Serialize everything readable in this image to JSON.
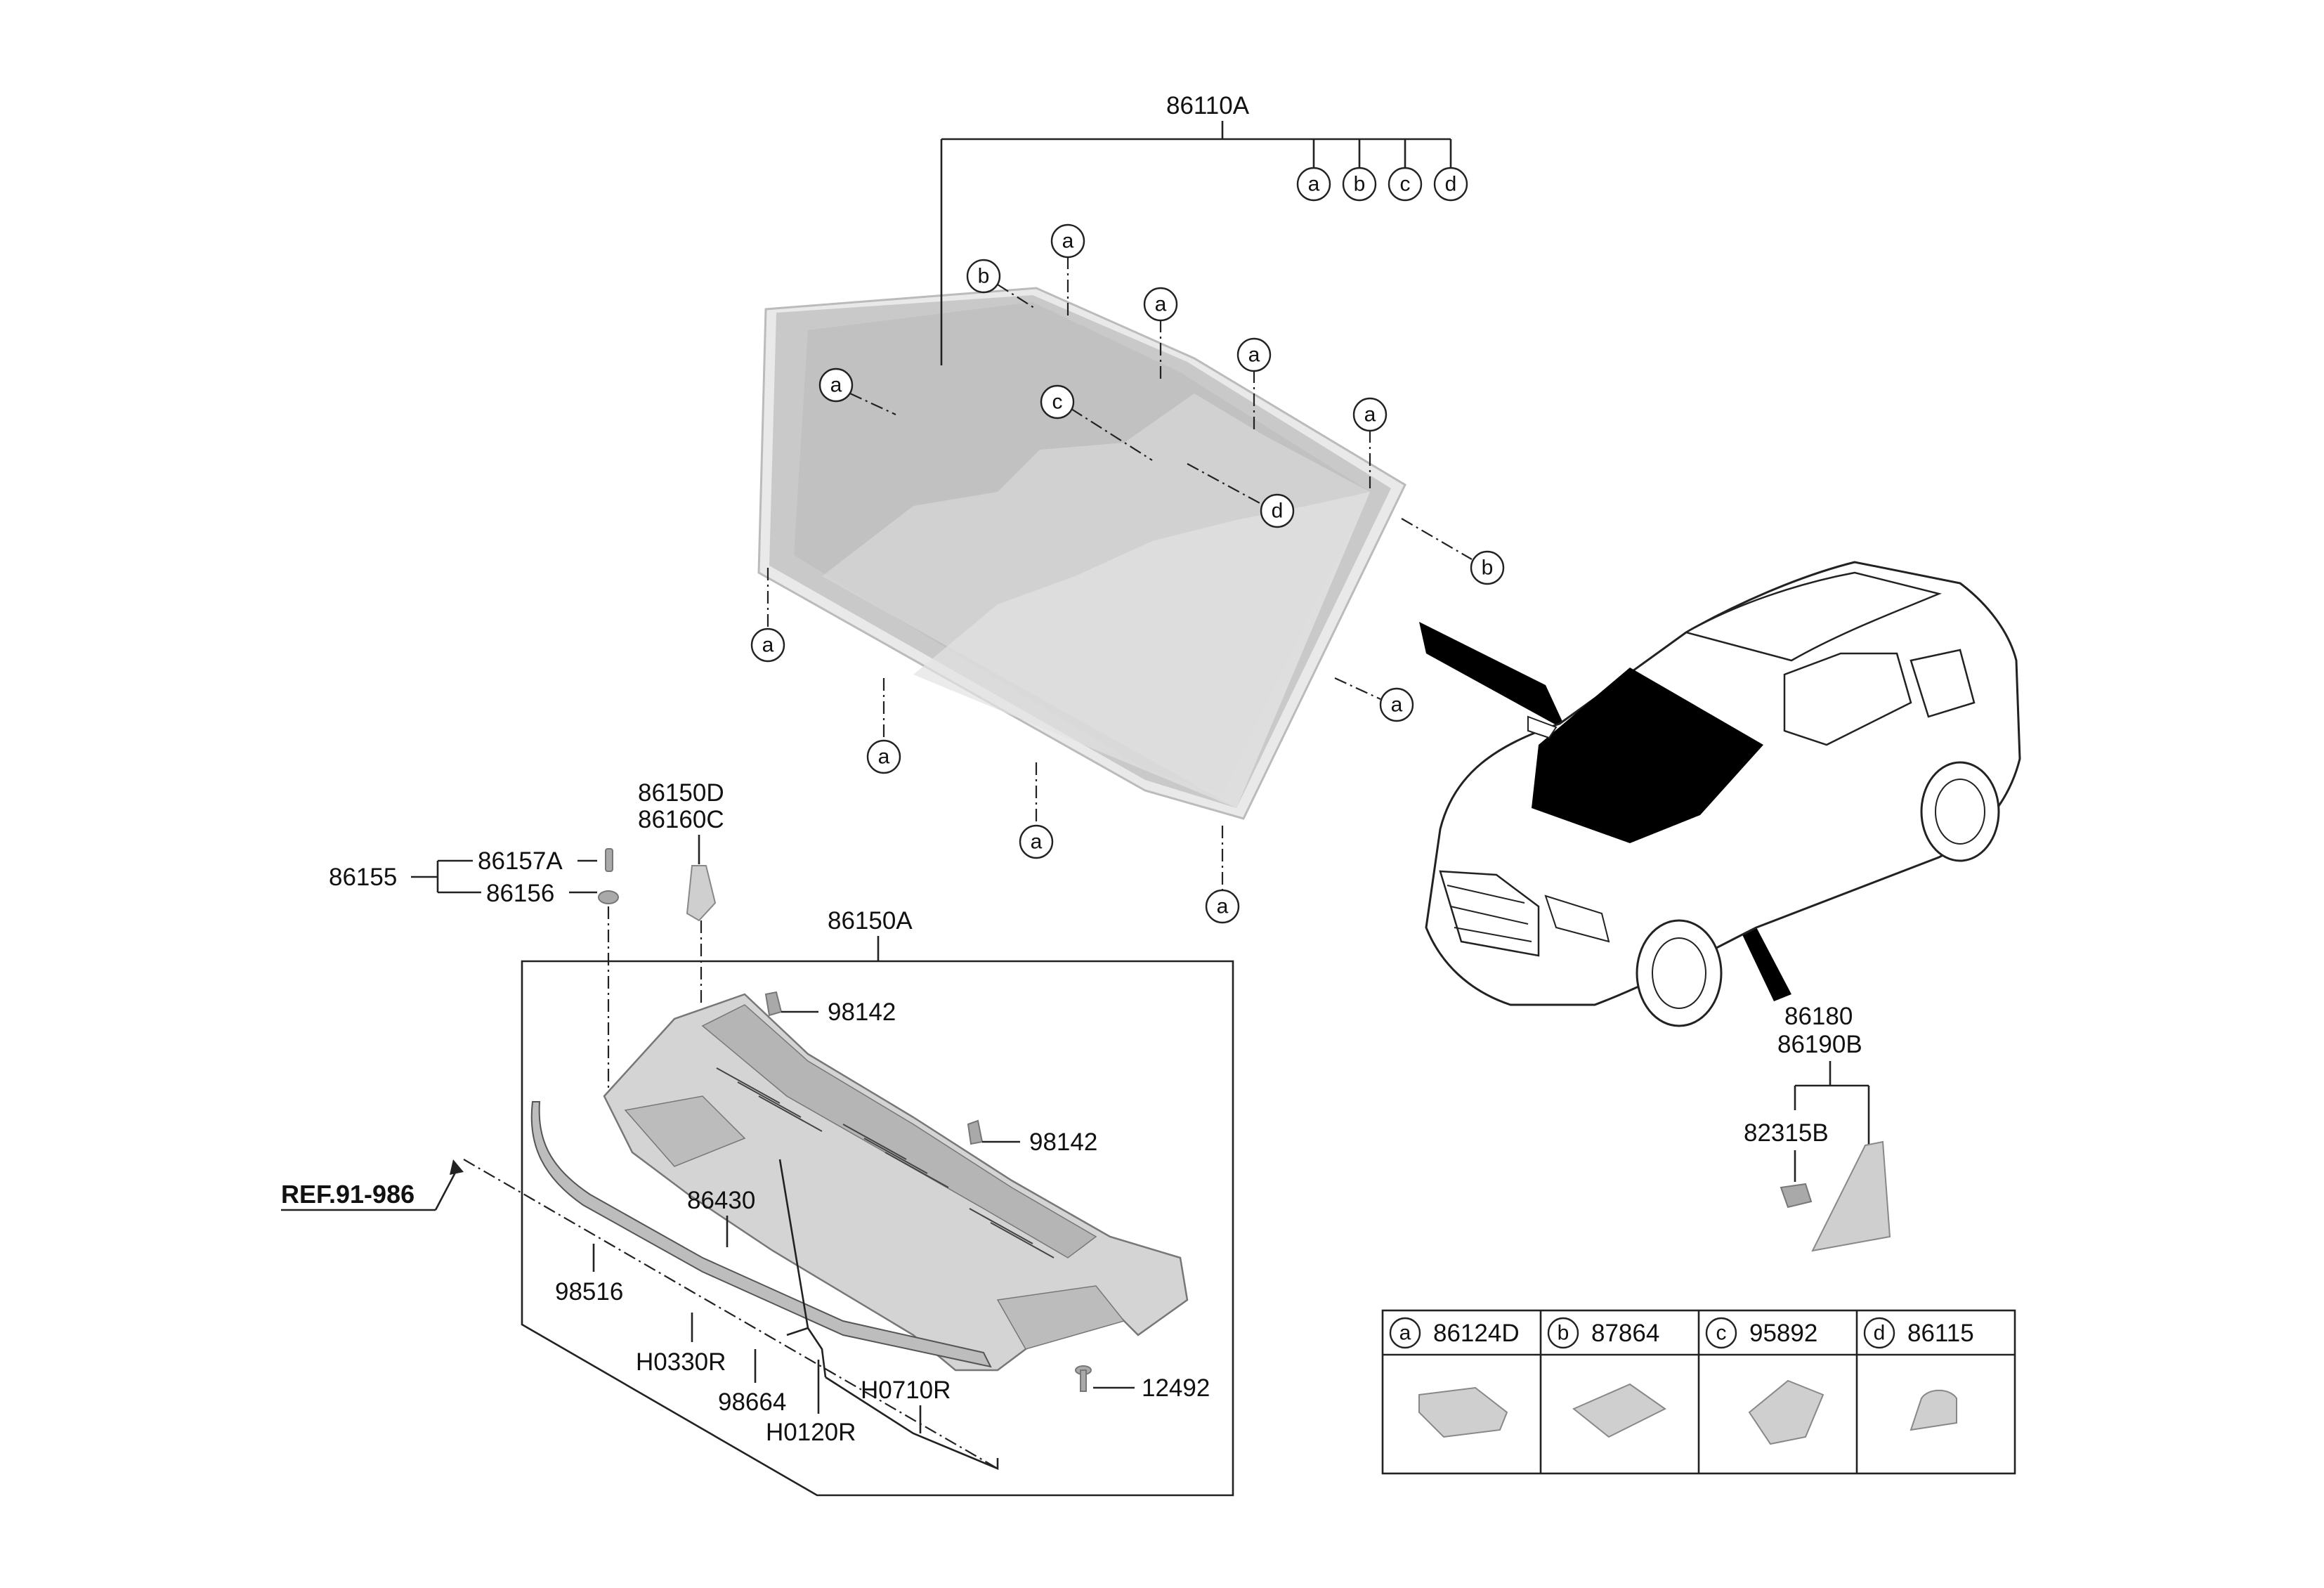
{
  "diagram": {
    "ref_label": "REF.91-986",
    "part_labels": {
      "windshield_assy": "86110A",
      "cowl_panel_assy": "86150A",
      "cowl_side_1": "86150D",
      "cowl_side_2": "86160C",
      "fastener_group": "86155",
      "clip_a": "86157A",
      "clip_b": "86156",
      "nozzle_98142_upper": "98142",
      "nozzle_98142_lower": "98142",
      "weatherstrip": "86430",
      "washer_hose": "98516",
      "hose_h0330r": "H0330R",
      "connector_98664": "98664",
      "hose_h0120r": "H0120R",
      "hose_h0710r": "H0710R",
      "screw_12492": "12492",
      "garnish_86180": "86180",
      "garnish_86190b": "86190B",
      "clip_82315b": "82315B"
    },
    "callout_letters": [
      "a",
      "b",
      "c",
      "d"
    ],
    "legend": [
      {
        "letter": "a",
        "part": "86124D"
      },
      {
        "letter": "b",
        "part": "87864"
      },
      {
        "letter": "c",
        "part": "95892"
      },
      {
        "letter": "d",
        "part": "86115"
      }
    ],
    "colors": {
      "line": "#222222",
      "glass": "#c8c8c8",
      "part_fill": "#cfcfcf",
      "highlight": "#000000"
    }
  }
}
